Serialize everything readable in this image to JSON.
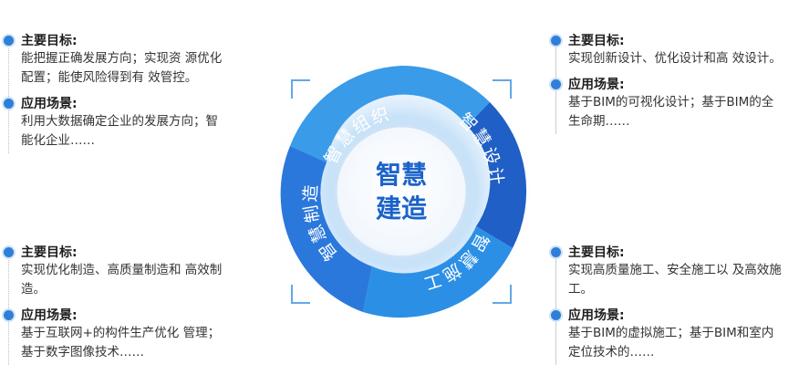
{
  "center": {
    "line1": "智慧",
    "line2": "建造"
  },
  "segments": [
    {
      "label": "智慧组织"
    },
    {
      "label": "智慧设计"
    },
    {
      "label": "智慧施工"
    },
    {
      "label": "智慧制造"
    }
  ],
  "panels": {
    "top_left": {
      "goal_label": "主要目标:",
      "goal_text": "能把握正确发展方向；实现资 源优化配置；能使风险得到有 效管控。",
      "scene_label": "应用场景:",
      "scene_text": "利用大数据确定企业的发展方向；智能化企业……"
    },
    "top_right": {
      "goal_label": "主要目标:",
      "goal_text": "实现创新设计、优化设计和高 效设计。",
      "scene_label": "应用场景:",
      "scene_text": "基于BIM的可视化设计；基于BIM的全生命期……"
    },
    "bottom_left": {
      "goal_label": "主要目标:",
      "goal_text": "实现优化制造、高质量制造和 高效制造。",
      "scene_label": "应用场景:",
      "scene_text": "基于互联网+的构件生产优化 管理；基于数字图像技术……"
    },
    "bottom_right": {
      "goal_label": "主要目标:",
      "goal_text": "实现高质量施工、安全施工以 及高效施工。",
      "scene_label": "应用场景:",
      "scene_text": "基于BIM的虚拟施工；基于BIM和室内定位技术的……"
    }
  },
  "colors": {
    "accent": "#2f7fd8",
    "seg_org": "#3a9be8",
    "seg_design": "#1f5fc6",
    "seg_build": "#2b8fe6",
    "seg_make": "#2b78dc",
    "bracket": "#63a8e6"
  }
}
